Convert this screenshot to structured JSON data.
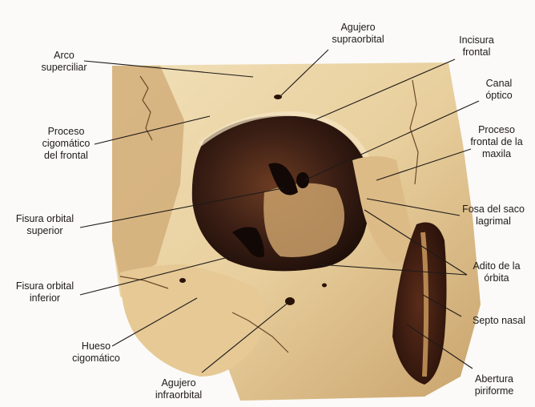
{
  "labels": {
    "arco_superciliar": "Arco\nsuperciliar",
    "agujero_supraorbital": "Agujero\nsupraorbital",
    "incisura_frontal": "Incisura\nfrontal",
    "canal_optico": "Canal\nóptico",
    "proceso_cigomatico_frontal": "Proceso\ncigomático\ndel frontal",
    "proceso_frontal_maxila": "Proceso\nfrontal de la\nmaxila",
    "fisura_orbital_superior": "Fisura orbital\nsuperior",
    "fosa_saco_lagrimal": "Fosa del saco\nlagrimal",
    "adito_orbita": "Adito de la\nórbita",
    "fisura_orbital_inferior": "Fisura orbital\ninferior",
    "septo_nasal": "Septo nasal",
    "hueso_cigomatico": "Hueso\ncigomático",
    "abertura_piriforme": "Abertura\npiriforme",
    "agujero_infraorbital": "Agujero\ninfraorbital"
  },
  "colors": {
    "bone": "#e9d3a6",
    "bone_shadow": "#a77e4c",
    "cavity": "#3a1e14",
    "leader_line": "#1e1a18"
  }
}
